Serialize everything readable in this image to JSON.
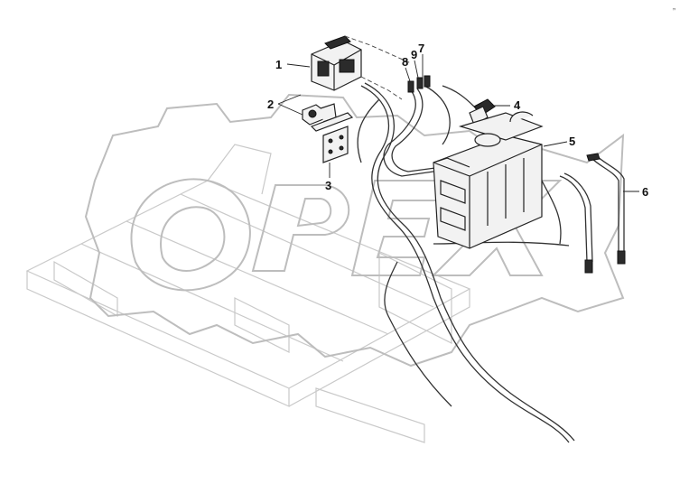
{
  "corner_mark": "„",
  "watermark_text": "OPEX",
  "callouts": [
    {
      "number": "1",
      "part": "valve-block"
    },
    {
      "number": "2",
      "part": "fitting"
    },
    {
      "number": "3",
      "part": "mounting-bracket"
    },
    {
      "number": "4",
      "part": "wiring-connector"
    },
    {
      "number": "5",
      "part": "expansion-tank"
    },
    {
      "number": "6",
      "part": "hose-assembly"
    },
    {
      "number": "7",
      "part": "hose-fitting"
    },
    {
      "number": "8",
      "part": "hose-fitting"
    },
    {
      "number": "9",
      "part": "hose-fitting"
    }
  ]
}
